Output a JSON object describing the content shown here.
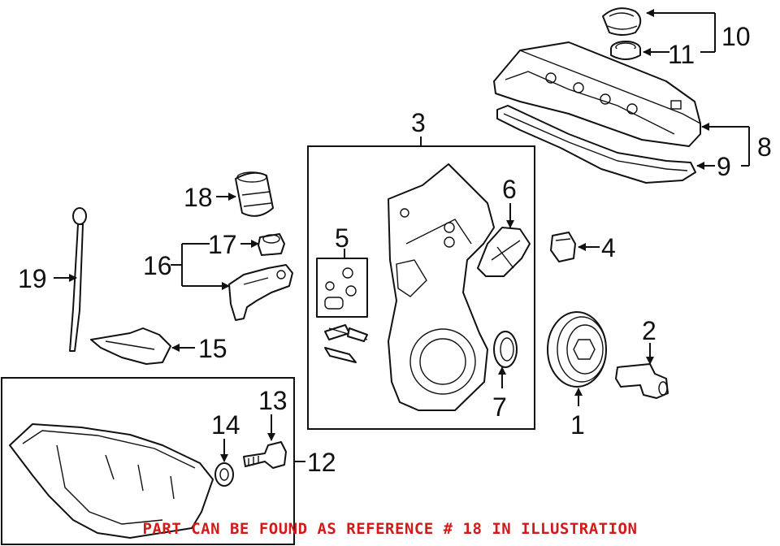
{
  "callouts": {
    "c1": "1",
    "c2": "2",
    "c3": "3",
    "c4": "4",
    "c5": "5",
    "c6": "6",
    "c7": "7",
    "c8": "8",
    "c9": "9",
    "c10": "10",
    "c11": "11",
    "c12": "12",
    "c13": "13",
    "c14": "14",
    "c15": "15",
    "c16": "16",
    "c17": "17",
    "c18": "18",
    "c19": "19"
  },
  "caption": "PART CAN BE FOUND AS REFERENCE # 18 IN ILLUSTRATION",
  "colors": {
    "line": "#111111",
    "caption": "#d11a1a",
    "background": "#ffffff"
  }
}
